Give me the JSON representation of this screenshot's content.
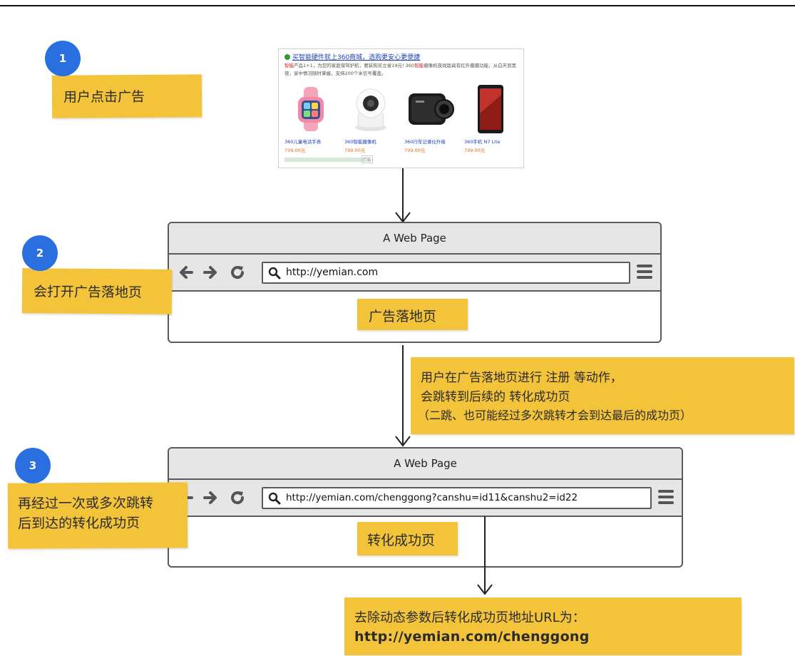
{
  "steps": {
    "s1": {
      "num": "1",
      "note": "用户点击广告"
    },
    "s2": {
      "num": "2",
      "note": "会打开广告落地页"
    },
    "s3": {
      "num": "3",
      "note_line1": "再经过一次或多次跳转",
      "note_line2": "后到达的转化成功页"
    }
  },
  "ad": {
    "title": "买智能硬件就上360商城，选购更安心更便捷",
    "desc_hl1": "智能",
    "desc_part1": "产品1+1，为您的家庭保驾护航，要装狗买立省19元! 360",
    "desc_hl2": "智能",
    "desc_part2": "摄像机夜视版具有红外摄摄功能，从白天到黑夜，家中情况随时掌握，支持200个米信号覆盖。",
    "products": [
      {
        "name": "360儿童电话手表",
        "price": "799.00元"
      },
      {
        "name": "360智能摄像机",
        "price": "799.00元"
      },
      {
        "name": "360行车记录仪升级",
        "price": "799.00元"
      },
      {
        "name": "360手机 N7 Lite",
        "price": "799.00元"
      }
    ],
    "tag": "广告"
  },
  "browser1": {
    "title": "A Web Page",
    "url": "http://yemian.com",
    "content": "广告落地页"
  },
  "browser2": {
    "title": "A Web Page",
    "url": "http://yemian.com/chenggong?canshu=id11&canshu2=id22",
    "content": "转化成功页"
  },
  "middle_note": {
    "line1": "用户在广告落地页进行 注册 等动作，",
    "line2": "会跳转到后续的 转化成功页",
    "line3": "（二跳、也可能经过多次跳转才会到达最后的成功页）"
  },
  "final_note": {
    "line1": "去除动态参数后转化成功页地址URL为：",
    "line2": "http://yemian.com/chenggong"
  },
  "colors": {
    "badge": "#2a6fe0",
    "note": "#f3c33a",
    "frame": "#5a5a5a",
    "toolbar": "#e6e6e6"
  },
  "icons": [
    "back-arrow-icon",
    "forward-arrow-icon",
    "reload-icon",
    "search-icon",
    "hamburger-menu-icon"
  ]
}
